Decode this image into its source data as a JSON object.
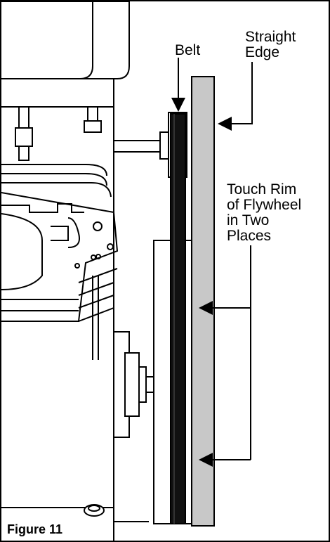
{
  "figure": {
    "caption": "Figure 11"
  },
  "labels": {
    "belt": "Belt",
    "straight_edge": "Straight\nEdge",
    "touch_rim": "Touch Rim\nof Flywheel\nin Two\nPlaces"
  },
  "colors": {
    "line": "#000000",
    "background": "#ffffff",
    "straight_edge_fill": "#c8c8c8",
    "belt_fill": "#111111"
  }
}
